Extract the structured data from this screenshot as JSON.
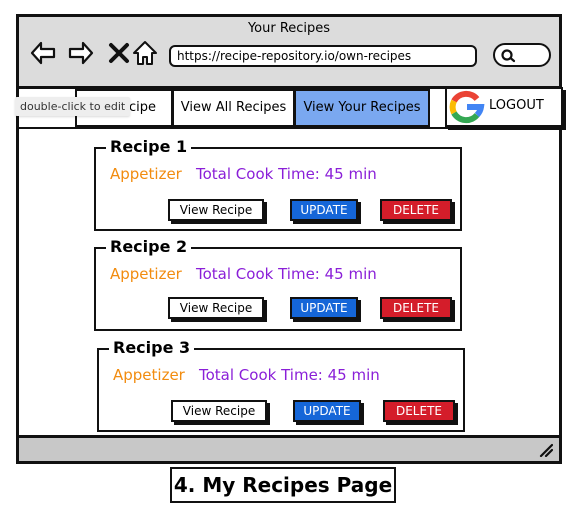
{
  "browser": {
    "title": "Your Recipes",
    "url": "https://recipe-repository.io/own-recipes"
  },
  "nav": {
    "tooltip": "double-click to edit",
    "tab_partial": "ecipe",
    "tabs": [
      {
        "label": "View All Recipes",
        "active": false
      },
      {
        "label": "View Your Recipes",
        "active": true
      }
    ],
    "logout_label": "LOGOUT"
  },
  "recipes": [
    {
      "title": "Recipe 1",
      "category": "Appetizer",
      "cook_time": "Total Cook Time: 45 min",
      "view_label": "View Recipe",
      "update_label": "UPDATE",
      "delete_label": "DELETE"
    },
    {
      "title": "Recipe 2",
      "category": "Appetizer",
      "cook_time": "Total Cook Time: 45 min",
      "view_label": "View Recipe",
      "update_label": "UPDATE",
      "delete_label": "DELETE"
    },
    {
      "title": "Recipe 3",
      "category": "Appetizer",
      "cook_time": "Total Cook Time: 45 min",
      "view_label": "View Recipe",
      "update_label": "UPDATE",
      "delete_label": "DELETE"
    }
  ],
  "caption": "4. My Recipes Page",
  "colors": {
    "category": "#f28c0f",
    "cook_time": "#8a1fd8",
    "update": "#1566d8",
    "delete": "#d41d2a",
    "active_tab": "#7aa8f0"
  },
  "icons": [
    "back-arrow-icon",
    "forward-arrow-icon",
    "close-icon",
    "home-icon",
    "search-icon",
    "google-logo-icon",
    "resize-grip-icon"
  ]
}
